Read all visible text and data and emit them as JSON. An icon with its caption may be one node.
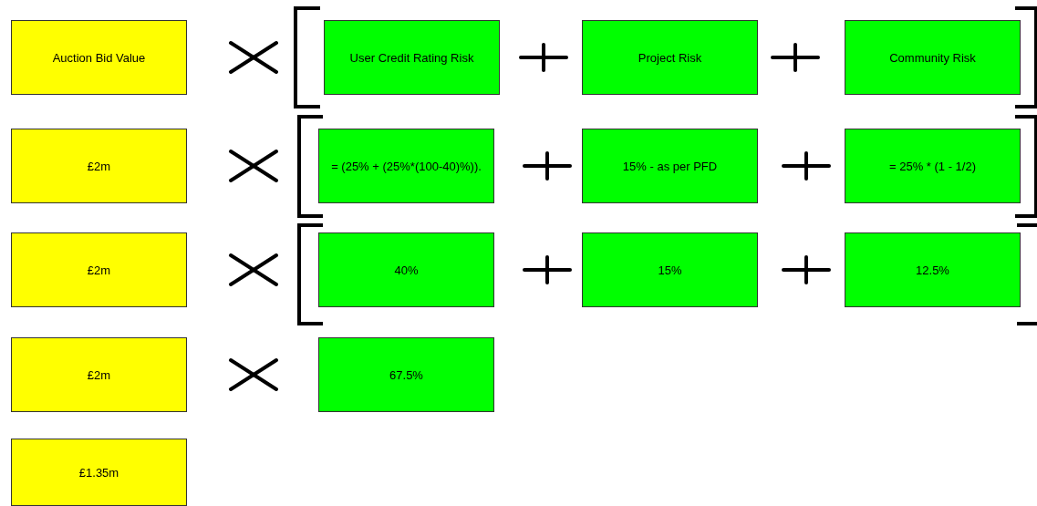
{
  "diagram": {
    "nodes": [
      {
        "text": [
          "Auction Bid Value"
        ]
      },
      {
        "text": [
          "User Credit Rating Risk"
        ]
      },
      {
        "text": [
          "Project Risk"
        ]
      },
      {
        "text": [
          "Community Risk"
        ]
      },
      {
        "text": [
          "£2m"
        ]
      },
      {
        "text": [
          "= (25% + (25%*(100-40)%))."
        ]
      },
      {
        "text": [
          "15% - as per PFD"
        ]
      },
      {
        "text": [
          "= 25% * (1 - 1/2)"
        ]
      },
      {
        "text": [
          "£2m"
        ]
      },
      {
        "text": [
          "40%"
        ]
      },
      {
        "text": [
          "15%"
        ]
      },
      {
        "text": [
          "12.5%"
        ]
      },
      {
        "text": [
          "£2m"
        ]
      },
      {
        "text": [
          "67.5%"
        ]
      },
      {
        "text": [
          "£1.35m"
        ]
      }
    ]
  }
}
